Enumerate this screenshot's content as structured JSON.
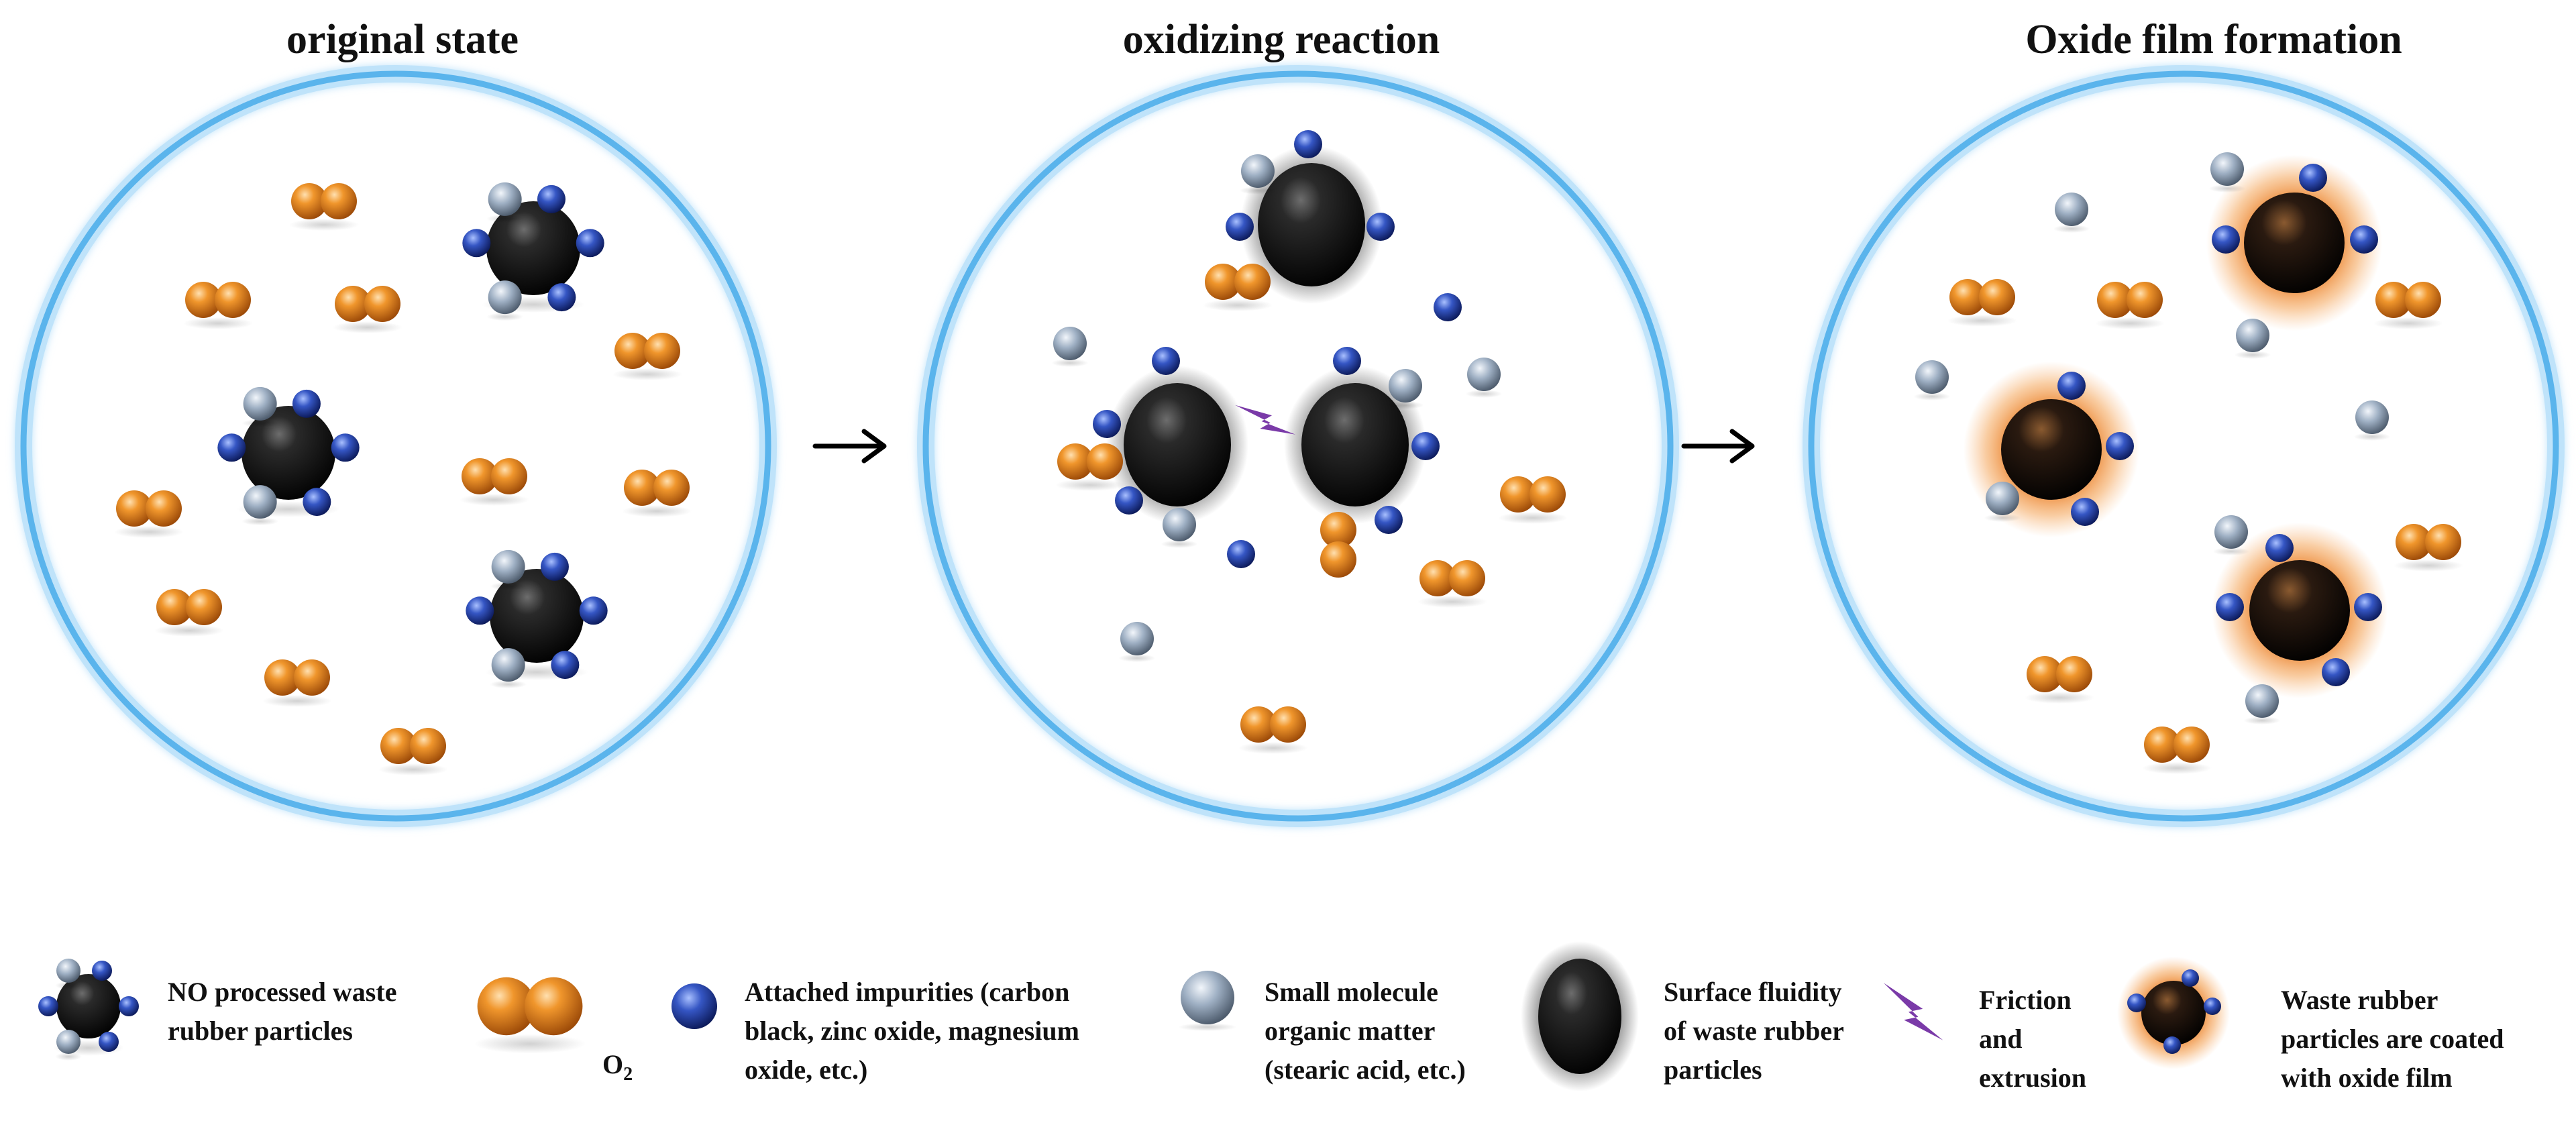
{
  "panels": [
    {
      "title": "original state"
    },
    {
      "title": "oxidizing reaction"
    },
    {
      "title": "Oxide film formation"
    }
  ],
  "legend": {
    "waste_particle": "NO processed waste\nrubber particles",
    "o2_base": "O",
    "o2_sub": "2",
    "impurities": "Attached impurities (carbon\nblack, zinc oxide, magnesium\noxide, etc.)",
    "organic": "Small molecule\norganic matter\n(stearic acid, etc.)",
    "fluidity": "Surface fluidity\nof waste rubber\nparticles",
    "friction": "Friction\nand\nextrusion",
    "coated": "Waste rubber\nparticles are coated\nwith oxide film"
  },
  "colors": {
    "ring": "#5ab4ec",
    "o2": "#e8821e",
    "impurity": "#2a49a8",
    "organic": "#9aa9ba",
    "rubber": "#111111",
    "lightning": "#7a3aa8",
    "oxide_glow": "#e8781e"
  },
  "icons": [
    "waste-particle-icon",
    "o2-molecule-icon",
    "impurity-icon",
    "organic-matter-icon",
    "fluid-particle-icon",
    "lightning-icon",
    "coated-particle-icon",
    "arrow-right-icon"
  ]
}
